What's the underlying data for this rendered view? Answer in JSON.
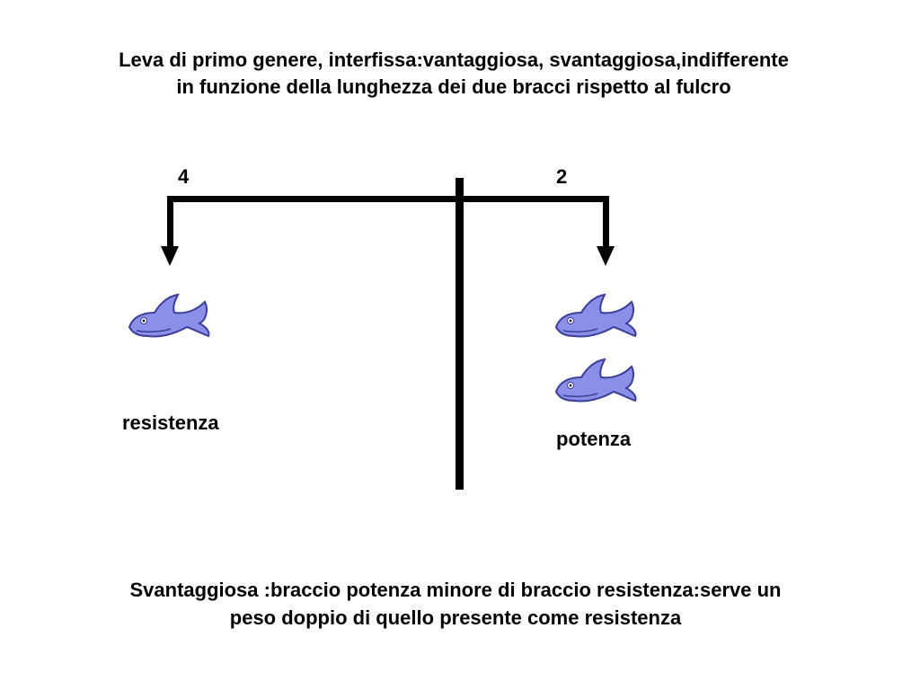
{
  "title": {
    "line1": "Leva di primo genere, interfissa:vantaggiosa, svantaggiosa,indifferente",
    "line2": "in funzione della lunghezza dei due bracci rispetto al fulcro"
  },
  "diagram": {
    "left_arm": {
      "length_label": "4",
      "name": "resistenza",
      "weights": 1
    },
    "right_arm": {
      "length_label": "2",
      "name": "potenza",
      "weights": 2
    },
    "weight_icon": "dolphin-icon",
    "colors": {
      "line": "#000000",
      "dolphin_fill": "#8a8fe8",
      "dolphin_outline": "#3b3f9a"
    }
  },
  "caption": {
    "line1": "Svantaggiosa :braccio potenza minore di braccio resistenza:serve un",
    "line2": "peso doppio di quello presente come resistenza"
  }
}
